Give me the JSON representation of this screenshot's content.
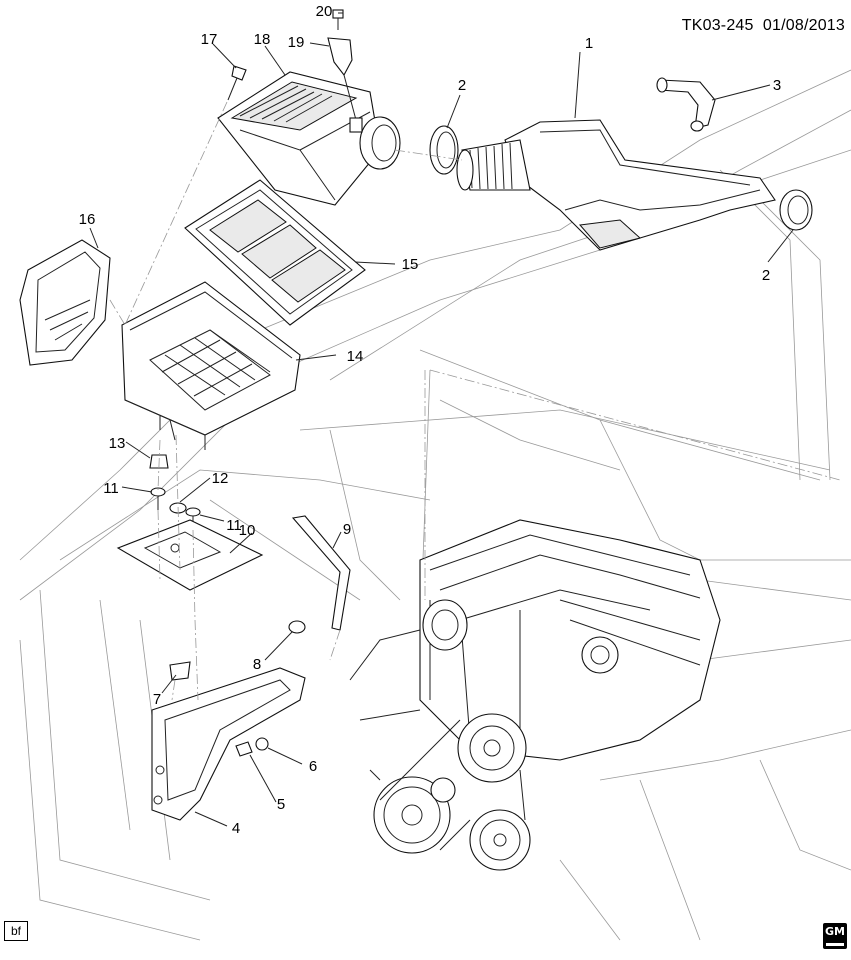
{
  "header": {
    "code": "TK03-245",
    "date": "01/08/2013"
  },
  "corner_label": "bf",
  "logo": "GM",
  "callouts": [
    "1",
    "2",
    "2",
    "3",
    "4",
    "5",
    "6",
    "7",
    "8",
    "9",
    "10",
    "11",
    "11",
    "12",
    "13",
    "14",
    "15",
    "16",
    "17",
    "18",
    "19",
    "20"
  ]
}
